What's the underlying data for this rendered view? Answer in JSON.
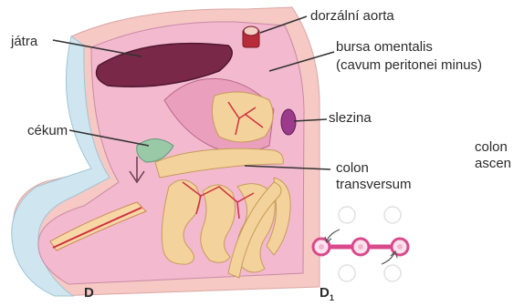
{
  "figure": {
    "labels": {
      "jatra": "játra",
      "dorzalni_aorta": "dorzální aorta",
      "bursa_line1": "bursa omentalis",
      "bursa_line2": "(cavum peritonei minus)",
      "slezina": "slezina",
      "cekum": "cékum",
      "colon_transversum_line1": "colon",
      "colon_transversum_line2": "transversum",
      "colon_ascen_line1": "colon",
      "colon_ascen_line2": "ascen"
    },
    "panels": {
      "main": "D",
      "inset_letter": "D",
      "inset_sub": "1"
    },
    "colors": {
      "body_wall": "#f6c9c4",
      "wall_shadow": "#c9e3ee",
      "cavity": "#f3b9cf",
      "liver": "#7a2848",
      "intestine": "#f3d39b",
      "spleen": "#9c3a8c",
      "vessels": "#d03040"
    }
  }
}
